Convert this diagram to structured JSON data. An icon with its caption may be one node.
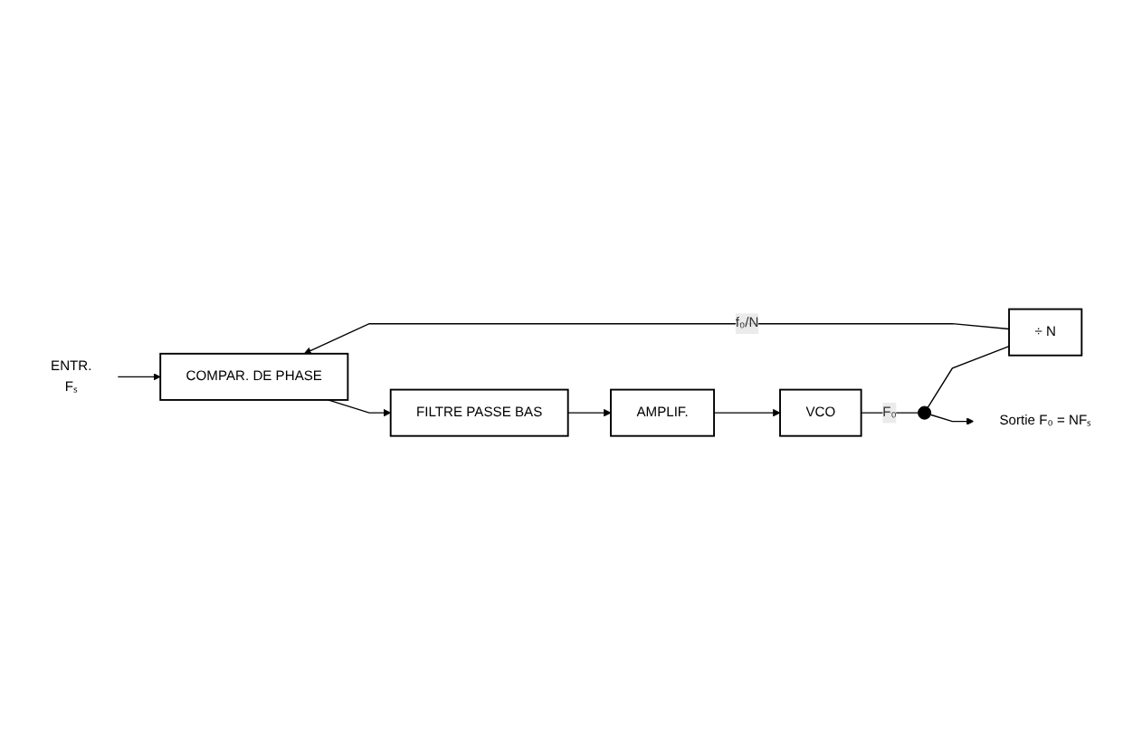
{
  "diagram": {
    "nodes": [
      {
        "text": [
          "ENTR.",
          "Fₛ"
        ]
      },
      {
        "text": [
          "COMPAR. DE PHASE"
        ]
      },
      {
        "text": [
          "FILTRE PASSE BAS"
        ]
      },
      {
        "text": [
          "AMPLIF."
        ]
      },
      {
        "text": [
          "VCO"
        ]
      },
      {
        "text": [
          "÷ N"
        ]
      },
      {
        "text": [],
        "shape": "circle"
      },
      {
        "text": [
          "Sortie F₀ = NFₛ"
        ]
      }
    ],
    "edges": [
      {
        "from": 0,
        "to": 1,
        "arrow": "to"
      },
      {
        "from": 1,
        "to": 2,
        "arrow": "to"
      },
      {
        "from": 2,
        "to": 3,
        "arrow": "to"
      },
      {
        "from": 3,
        "to": 4,
        "arrow": "to"
      },
      {
        "from": 4,
        "to": 6,
        "arrow": "none",
        "label": "F₀"
      },
      {
        "from": 6,
        "to": 5,
        "arrow": "none"
      },
      {
        "from": 6,
        "to": 7,
        "arrow": "to"
      },
      {
        "from": 5,
        "to": 1,
        "arrow": "to",
        "label": "f₀/N"
      }
    ]
  }
}
